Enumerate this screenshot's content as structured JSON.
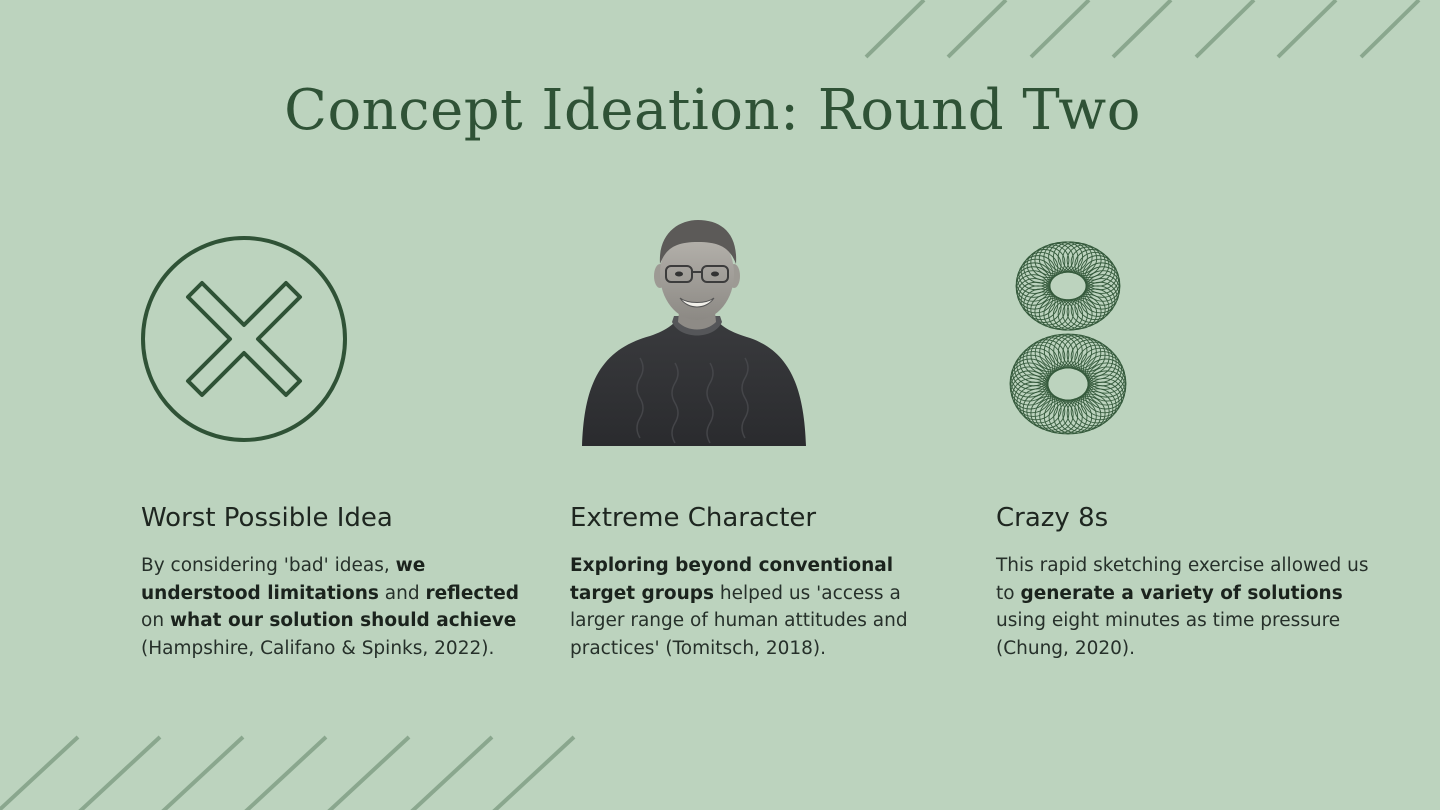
{
  "title": "Concept Ideation: Round Two",
  "colors": {
    "background": "#bcd3be",
    "accent": "#2f5236",
    "stripe": "#8aa78e"
  },
  "columns": [
    {
      "icon": "x-circle-icon",
      "heading": "Worst Possible Idea",
      "body": [
        {
          "t": "By considering 'bad' ideas, "
        },
        {
          "t": "we understood limitations",
          "b": true
        },
        {
          "t": " and "
        },
        {
          "t": "reflected",
          "b": true
        },
        {
          "t": " on "
        },
        {
          "t": "what our solution should achieve",
          "b": true
        },
        {
          "t": " (Hampshire, Califano & Spinks, 2022)."
        }
      ]
    },
    {
      "icon": "portrait-photo",
      "heading": "Extreme Character",
      "body": [
        {
          "t": "Exploring beyond conventional target groups",
          "b": true
        },
        {
          "t": " helped us 'access a larger range of human attitudes and practices' (Tomitsch, 2018)."
        }
      ]
    },
    {
      "icon": "spirograph-eight-icon",
      "heading": "Crazy 8s",
      "body": [
        {
          "t": "This rapid sketching exercise allowed us to "
        },
        {
          "t": "generate a variety of solutions",
          "b": true
        },
        {
          "t": " using eight minutes as time pressure (Chung, 2020)."
        }
      ]
    }
  ]
}
